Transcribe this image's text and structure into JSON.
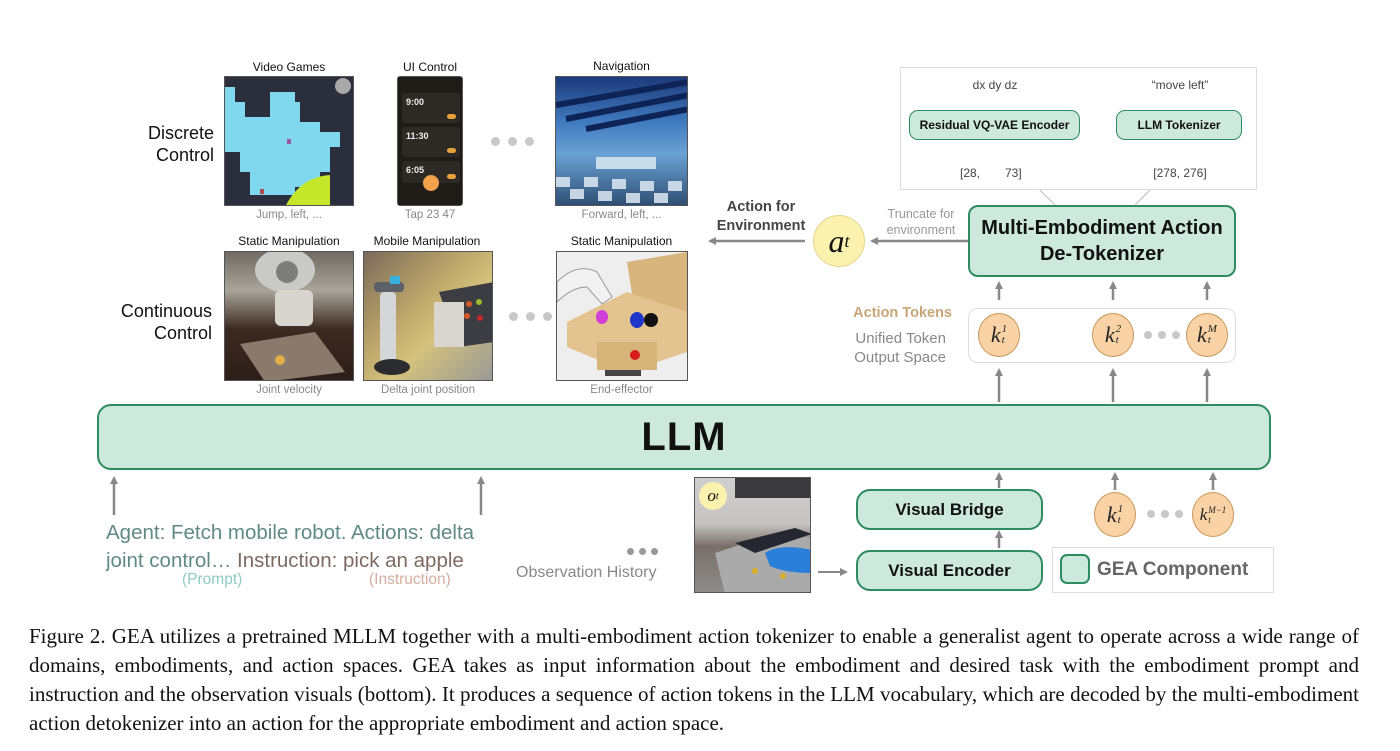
{
  "rows": {
    "discrete_label": "Discrete\nControl",
    "continuous_label": "Continuous\nControl"
  },
  "discrete_examples": [
    {
      "title": "Video Games",
      "caption": "Jump, left, ..."
    },
    {
      "title": "UI Control",
      "caption": "Tap 23 47"
    },
    {
      "title": "Navigation",
      "caption": "Forward, left, ..."
    }
  ],
  "continuous_examples": [
    {
      "title": "Static Manipulation",
      "caption": "Joint velocity"
    },
    {
      "title": "Mobile Manipulation",
      "caption": "Delta joint position"
    },
    {
      "title": "Static Manipulation",
      "caption": "End-effector"
    }
  ],
  "ui_control_times": [
    "9:00",
    "11:30",
    "6:05"
  ],
  "tokenizer_panel": {
    "left_input": "dx dy dz",
    "left_box": "Residual VQ-VAE Encoder",
    "left_output_a": "[28,",
    "left_output_b": "73]",
    "right_input": "“move left”",
    "right_box": "LLM Tokenizer",
    "right_output": "[278, 276]"
  },
  "detokenizer": {
    "label_line1": "Multi-Embodiment Action",
    "label_line2": "De-Tokenizer",
    "truncate_label": "Truncate for\nenvironment"
  },
  "action_output": {
    "label": "Action for\nEnvironment",
    "symbol": "a",
    "subscript": "t"
  },
  "action_tokens": {
    "title": "Action Tokens",
    "subtitle": "Unified Token\nOutput Space",
    "tokens": [
      {
        "base": "k",
        "sup": "1",
        "sub": "t"
      },
      {
        "base": "k",
        "sup": "2",
        "sub": "t"
      },
      {
        "base": "k",
        "sup": "M",
        "sub": "t"
      }
    ]
  },
  "llm": {
    "label": "LLM"
  },
  "inputs": {
    "prompt_text_a": "Agent: Fetch mobile robot. Actions: delta",
    "prompt_text_b": "joint control… ",
    "instruction_text": "Instruction: pick an apple",
    "prompt_tag": "(Prompt)",
    "instruction_tag": "(Instruction)",
    "observation_history": "Observation History",
    "observation_symbol": "o",
    "observation_subscript": "t"
  },
  "visual": {
    "bridge": "Visual Bridge",
    "encoder": "Visual Encoder"
  },
  "prev_tokens": [
    {
      "base": "k",
      "sup": "1",
      "sub": "t"
    },
    {
      "base": "k",
      "sup": "M−1",
      "sub": "t"
    }
  ],
  "legend": {
    "label": "GEA Component"
  },
  "colors": {
    "gea_fill": "#cde8dd",
    "gea_border": "#2e8b62",
    "token_fill": "#f9d3a6",
    "action_fill": "#fbf2b0",
    "action_tokens_title": "#c9a57a",
    "prompt_tag": "#8fc9c4",
    "instruction_tag": "#d4aea0"
  },
  "caption": "Figure 2. GEA utilizes a pretrained MLLM together with a multi-embodiment action tokenizer to enable a generalist agent to operate across a wide range of domains, embodiments, and action spaces. GEA takes as input information about the embodiment and desired task with the embodiment prompt and instruction and the observation visuals (bottom). It produces a sequence of action tokens in the LLM vocabulary, which are decoded by the multi-embodiment action detokenizer into an action for the appropriate embodiment and action space."
}
